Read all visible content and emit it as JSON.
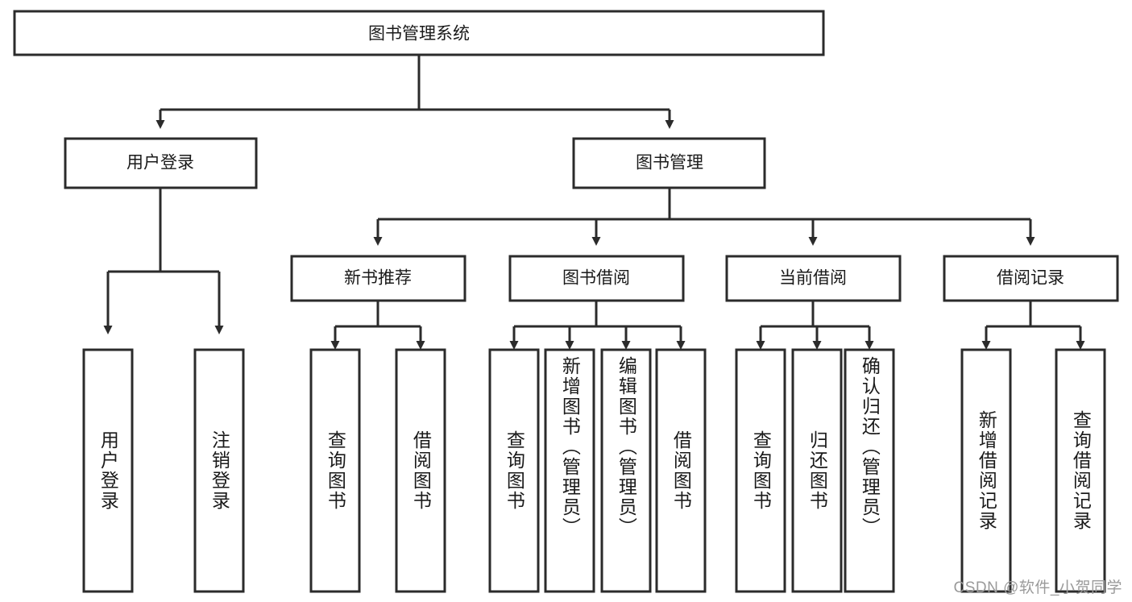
{
  "diagram": {
    "title": "图书管理系统",
    "type": "tree-hierarchy-flowchart",
    "watermark": "CSDN @软件_小贺同学",
    "style": {
      "box_fill": "#ffffff",
      "box_stroke": "#2b2b2b",
      "text_color": "#1a1a1a",
      "background": "#ffffff",
      "watermark_color": "#9a9a9a"
    },
    "levels": {
      "root": {
        "label": "图书管理系统"
      },
      "level2": [
        {
          "label": "用户登录"
        },
        {
          "label": "图书管理"
        }
      ],
      "level3": [
        {
          "label": "新书推荐"
        },
        {
          "label": "图书借阅"
        },
        {
          "label": "当前借阅"
        },
        {
          "label": "借阅记录"
        }
      ]
    },
    "leaves": {
      "user_login": [
        {
          "label": "用户登录"
        },
        {
          "label": "注销登录"
        }
      ],
      "new_book_recommend": [
        {
          "label": "查询图书"
        },
        {
          "label": "借阅图书"
        }
      ],
      "book_borrow": [
        {
          "label": "查询图书"
        },
        {
          "label": "新增图书（管理员）"
        },
        {
          "label": "编辑图书（管理员）"
        },
        {
          "label": "借阅图书"
        }
      ],
      "current_borrow": [
        {
          "label": "查询图书"
        },
        {
          "label": "归还图书"
        },
        {
          "label": "确认归还（管理员）"
        }
      ],
      "borrow_records": [
        {
          "label": "新增借阅记录"
        },
        {
          "label": "查询借阅记录"
        }
      ]
    }
  }
}
